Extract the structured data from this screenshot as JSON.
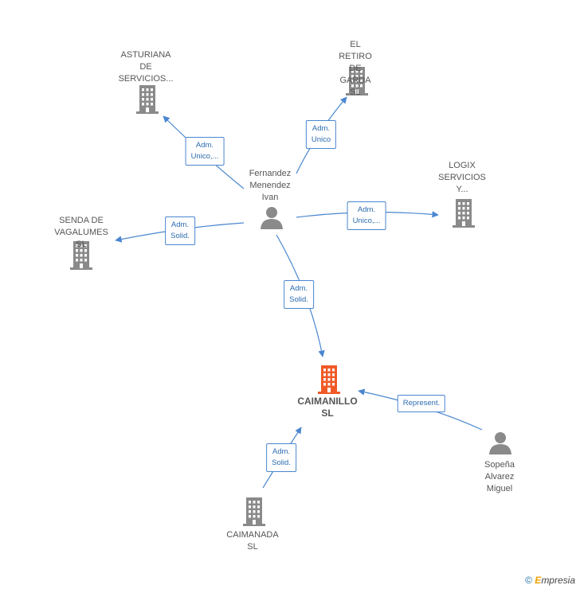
{
  "colors": {
    "edge": "#4a86d0",
    "building": "#8a8a8a",
    "building_focus": "#f05a28",
    "person": "#8a8a8a"
  },
  "nodes": [
    {
      "id": "fernandez",
      "type": "person",
      "label": "Fernandez\nMenendez\nIvan"
    },
    {
      "id": "asturiana",
      "type": "company",
      "label": "ASTURIANA\nDE\nSERVICIOS..."
    },
    {
      "id": "retiro",
      "type": "company",
      "label": "EL RETIRO\nDE GARDA  SL"
    },
    {
      "id": "logix",
      "type": "company",
      "label": "LOGIX\nSERVICIOS\nY..."
    },
    {
      "id": "senda",
      "type": "company",
      "label": "SENDA DE\nVAGALUMES SL"
    },
    {
      "id": "caimanillo",
      "type": "company",
      "focus": true,
      "label": "CAIMANILLO\nSL"
    },
    {
      "id": "caimanada",
      "type": "company",
      "label": "CAIMANADA\nSL"
    },
    {
      "id": "sopena",
      "type": "person",
      "label": "Sopeña\nAlvarez\nMiguel"
    }
  ],
  "edges": [
    {
      "from": "fernandez",
      "to": "asturiana",
      "label": "Adm.\nUnico,..."
    },
    {
      "from": "fernandez",
      "to": "retiro",
      "label": "Adm.\nUnico"
    },
    {
      "from": "fernandez",
      "to": "logix",
      "label": "Adm.\nUnico,..."
    },
    {
      "from": "fernandez",
      "to": "senda",
      "label": "Adm.\nSolid."
    },
    {
      "from": "fernandez",
      "to": "caimanillo",
      "label": "Adm.\nSolid."
    },
    {
      "from": "caimanada",
      "to": "caimanillo",
      "label": "Adm.\nSolid."
    },
    {
      "from": "sopena",
      "to": "caimanillo",
      "label": "Represent."
    }
  ],
  "footer": {
    "copyright_symbol": "©",
    "brand_initial": "E",
    "brand_rest": "mpresia"
  }
}
